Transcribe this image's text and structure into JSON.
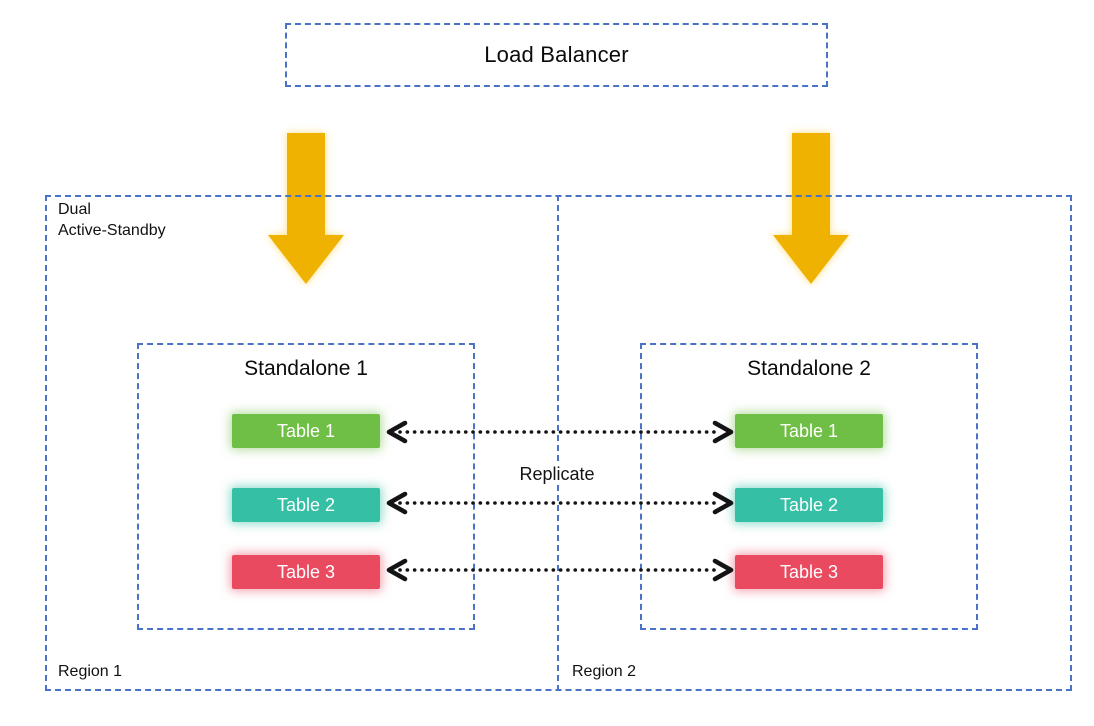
{
  "load_balancer": {
    "label": "Load Balancer"
  },
  "dual_label": {
    "line1": "Dual",
    "line2": "Active-Standby"
  },
  "replicate_label": "Replicate",
  "regions": [
    {
      "label": "Region 1",
      "standalone": {
        "title": "Standalone 1",
        "tables": [
          "Table 1",
          "Table 2",
          "Table 3"
        ]
      }
    },
    {
      "label": "Region 2",
      "standalone": {
        "title": "Standalone 2",
        "tables": [
          "Table 1",
          "Table 2",
          "Table 3"
        ]
      }
    }
  ],
  "colors": {
    "dashed_border_blue": "#4A72C6",
    "table1_green": "#6FBE45",
    "table2_teal": "#35BFA4",
    "table3_red": "#E94A5F",
    "flow_arrow_gold": "#F0B200",
    "replicate_arrow_black": "#141414"
  }
}
